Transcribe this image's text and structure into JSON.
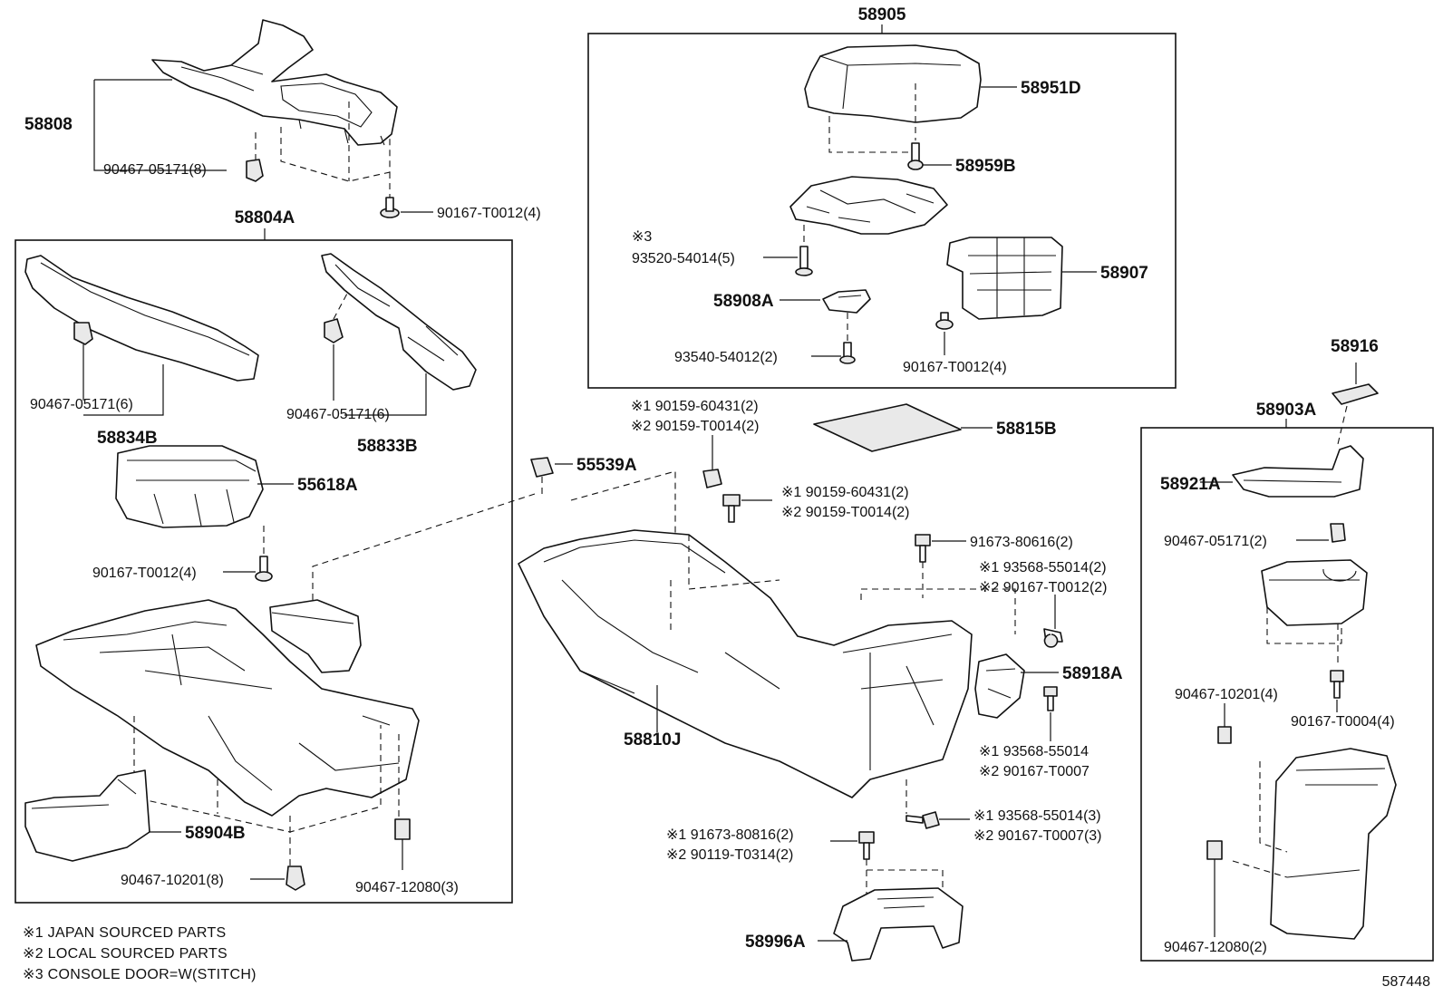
{
  "diagram_id": "587448",
  "footnotes": [
    "※1 JAPAN SOURCED PARTS",
    "※2 LOCAL SOURCED PARTS",
    "※3 CONSOLE DOOR=W(STITCH)"
  ],
  "groups": {
    "armrest": "58905",
    "panel": "58804A",
    "rear": "58903A"
  },
  "parts": {
    "p58808": "58808",
    "p90467_05171_8": "90467-05171(8)",
    "p90167_T0012_4a": "90167-T0012(4)",
    "p58951D": "58951D",
    "p58959B": "58959B",
    "p93520_note": "※3",
    "p93520": "93520-54014(5)",
    "p58907": "58907",
    "p58908A": "58908A",
    "p93540": "93540-54012(2)",
    "p90167_T0012_4b": "90167-T0012(4)",
    "p90467_05171_6a": "90467-05171(6)",
    "p58834B": "58834B",
    "p90467_05171_6b": "90467-05171(6)",
    "p58833B": "58833B",
    "p55618A": "55618A",
    "p90167_T0012_4c": "90167-T0012(4)",
    "p58904B": "58904B",
    "p90467_10201_8": "90467-10201(8)",
    "p90467_12080_3": "90467-12080(3)",
    "p90159_1a": "※1 90159-60431(2)",
    "p90159_2a": "※2 90159-T0014(2)",
    "p55539A": "55539A",
    "p58815B": "58815B",
    "p90159_1b": "※1 90159-60431(2)",
    "p90159_2b": "※2 90159-T0014(2)",
    "p91673_80616": "91673-80616(2)",
    "p93568_1a": "※1 93568-55014(2)",
    "p90167_2a": "※2 90167-T0012(2)",
    "p58918A": "58918A",
    "p58810J": "58810J",
    "p93568_1b": "※1 93568-55014",
    "p90167_2b": "※2 90167-T0007",
    "p93568_1c": "※1 93568-55014(3)",
    "p90167_2c": "※2 90167-T0007(3)",
    "p91673_1": "※1 91673-80816(2)",
    "p90119_2": "※2 90119-T0314(2)",
    "p58996A": "58996A",
    "p58916": "58916",
    "p58921A": "58921A",
    "p90467_05171_2": "90467-05171(2)",
    "p90467_10201_4": "90467-10201(4)",
    "p90167_T0004_4": "90167-T0004(4)",
    "p90467_12080_2": "90467-12080(2)"
  }
}
